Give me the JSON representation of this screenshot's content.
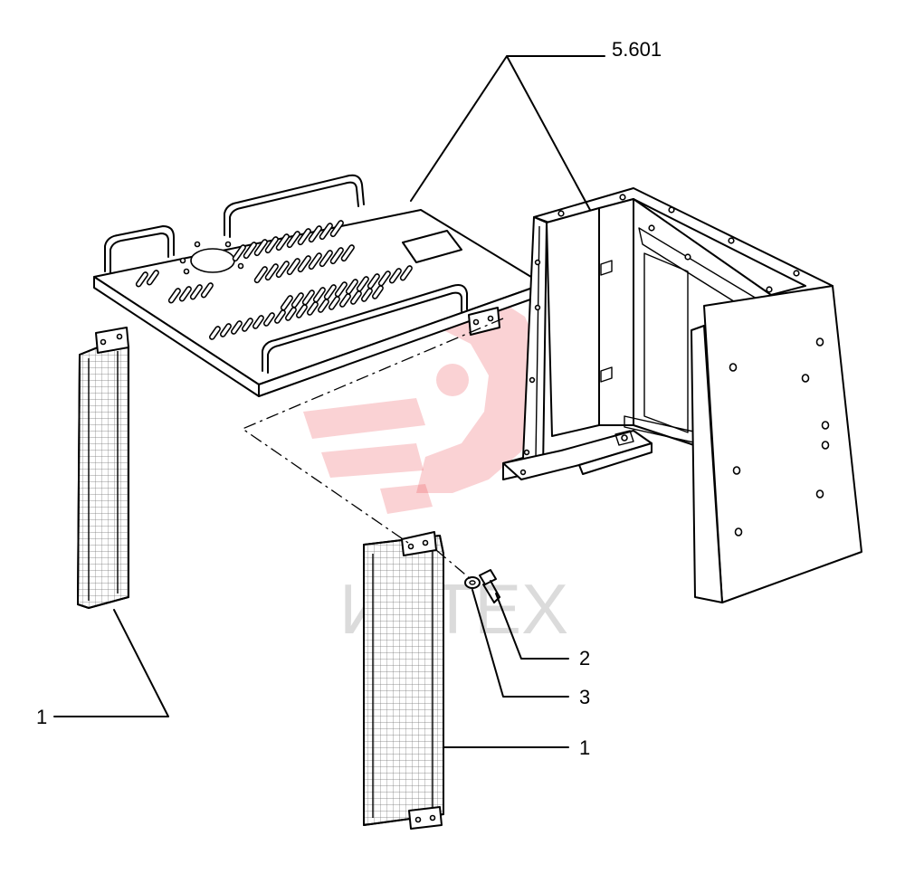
{
  "diagram": {
    "callouts": {
      "assembly_ref": "5.601",
      "item_2": "2",
      "item_3": "3",
      "item_1_left": "1",
      "item_1_right": "1"
    },
    "watermark": {
      "text": "ИКТЕХ",
      "color": "#e8323c"
    }
  }
}
